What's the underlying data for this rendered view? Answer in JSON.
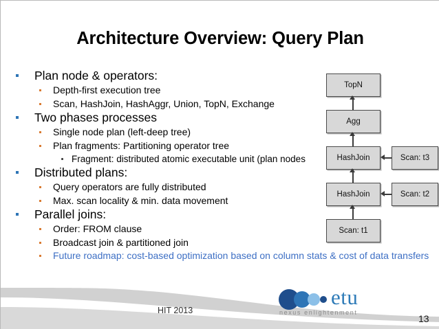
{
  "slide": {
    "title": "Architecture Overview: Query Plan",
    "page_number": "13",
    "footnote": "HIT 2013"
  },
  "colors": {
    "level1_bullet": "#2E75B6",
    "level2_bullet": "#D97B32",
    "highlight_text": "#3D6FC4",
    "node_fill": "#D8D8D8",
    "node_border": "#4a4a4a",
    "logo_dark": "#1F4E8C",
    "logo_mid": "#2E75B6",
    "logo_light": "#8CC0E8",
    "logo_word": "#2E7BB8"
  },
  "bullets": [
    {
      "level": 1,
      "text": "Plan node & operators:"
    },
    {
      "level": 2,
      "text": "Depth-first execution tree"
    },
    {
      "level": 2,
      "text": "Scan, HashJoin, HashAggr, Union, TopN, Exchange"
    },
    {
      "level": 1,
      "text": "Two phases processes"
    },
    {
      "level": 2,
      "text": "Single node plan (left-deep tree)"
    },
    {
      "level": 2,
      "text": "Plan fragments: Partitioning operator tree"
    },
    {
      "level": 3,
      "text": "Fragment: distributed atomic executable unit (plan nodes"
    },
    {
      "level": 1,
      "text": "Distributed plans:"
    },
    {
      "level": 2,
      "text": "Query operators are fully distributed"
    },
    {
      "level": 2,
      "text": "Max. scan locality & min. data movement"
    },
    {
      "level": 1,
      "text": "Parallel joins:"
    },
    {
      "level": 2,
      "text": "Order: FROM clause"
    },
    {
      "level": 2,
      "text": "Broadcast join & partitioned join"
    },
    {
      "level": 2,
      "text": "Future roadmap: cost-based optimization based on column stats & cost of data transfers",
      "highlight": true
    }
  ],
  "diagram": {
    "title": "query-plan-tree",
    "nodes": [
      {
        "id": "topn",
        "label": "TopN"
      },
      {
        "id": "agg",
        "label": "Agg"
      },
      {
        "id": "hj2",
        "label": "HashJoin"
      },
      {
        "id": "scant3",
        "label": "Scan: t3"
      },
      {
        "id": "hj1",
        "label": "HashJoin"
      },
      {
        "id": "scant2",
        "label": "Scan: t2"
      },
      {
        "id": "scant1",
        "label": "Scan: t1"
      }
    ]
  },
  "logo": {
    "wordmark": "etu",
    "tagline": "nexus enlightenment"
  }
}
